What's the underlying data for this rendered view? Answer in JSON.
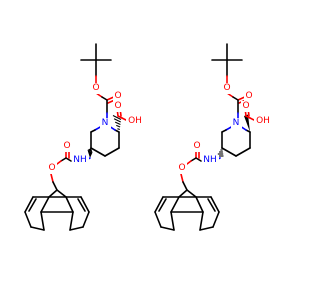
{
  "colors": {
    "bond": "#000000",
    "oxygen": "#ff0000",
    "nitrogen": "#0000ff",
    "background": "#ffffff"
  },
  "molecules": [
    {
      "labels": {
        "o_boc_ester": "O",
        "o_boc_carbonyl": "O",
        "n_ring": "N",
        "o_acid_carbonyl": "O",
        "oh_acid": "OH",
        "o_fmoc_carbonyl": "O",
        "o_fmoc_ester": "O",
        "nh_fmoc": "NH"
      }
    },
    {
      "labels": {
        "o_boc_ester": "O",
        "o_boc_carbonyl": "O",
        "n_ring": "N",
        "o_acid_carbonyl": "O",
        "oh_acid": "OH",
        "o_fmoc_carbonyl": "O",
        "o_fmoc_ester": "O",
        "nh_fmoc": "NH"
      }
    }
  ]
}
